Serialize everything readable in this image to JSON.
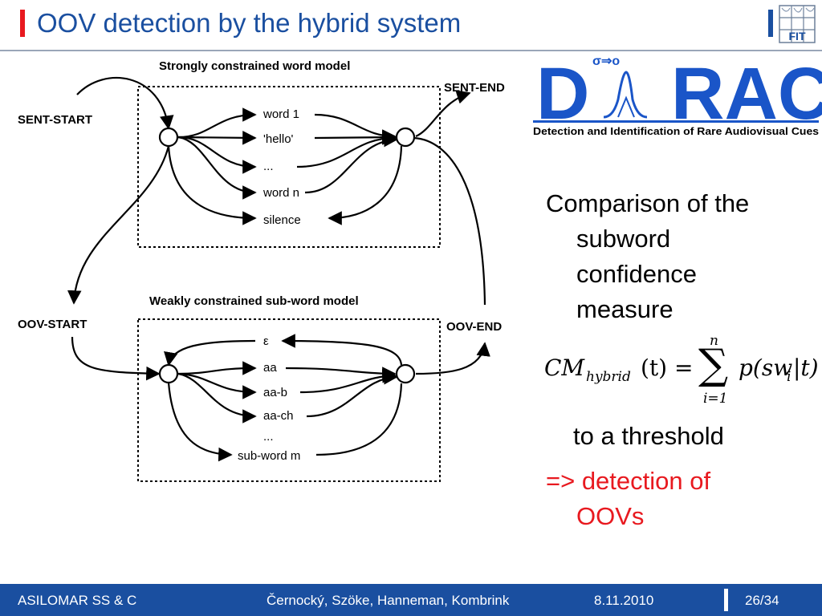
{
  "header": {
    "title": "OOV detection by the hybrid system",
    "accent_color": "#e8191f",
    "title_color": "#1a4fa0",
    "logo_text": "FIT"
  },
  "diagram": {
    "strong_model_title": "Strongly constrained word model",
    "weak_model_title": "Weakly constrained sub-word model",
    "sent_start": "SENT-START",
    "sent_end": "SENT-END",
    "oov_start": "OOV-START",
    "oov_end": "OOV-END",
    "strong_items": [
      "word 1",
      "'hello'",
      "...",
      "word n",
      "silence"
    ],
    "weak_items": [
      "ε",
      "aa",
      "aa-b",
      "aa-ch",
      "...",
      "sub-word m"
    ]
  },
  "logo": {
    "top_symbol": "σ⇒o",
    "left_letter": "D",
    "right_letters": "RAC",
    "subtitle": "Detection and Identification of Rare Audiovisual Cues",
    "color": "#1a55c8"
  },
  "content": {
    "line1": "Comparison of the",
    "line2": "subword",
    "line3": "confidence",
    "line4": "measure",
    "threshold": "to a threshold",
    "detect1": "=> detection of",
    "detect2": "OOVs"
  },
  "formula": {
    "lhs": "CM",
    "subscript": "hybrid",
    "arg": "(t) =",
    "sum_upper": "n",
    "sum_lower": "i=1",
    "rhs_main": "p(sw",
    "rhs_sub": "i",
    "rhs_tail": "|t)"
  },
  "footer": {
    "conference": "ASILOMAR SS & C",
    "authors": "Černocký, Szöke, Hanneman, Kombrink",
    "date": "8.11.2010",
    "page": "26/34",
    "bg_color": "#1a4fa0"
  }
}
